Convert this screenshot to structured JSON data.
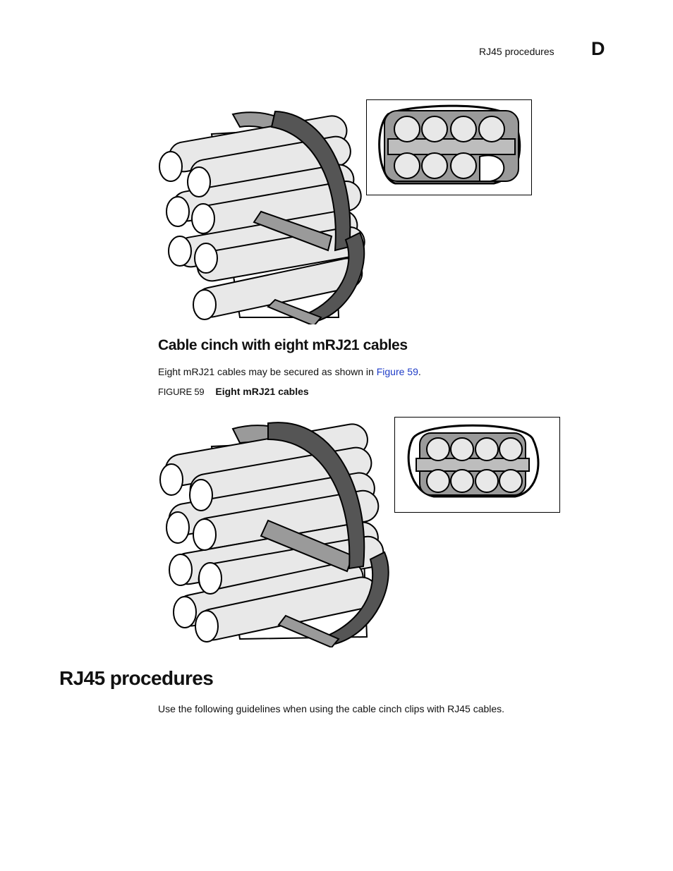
{
  "header": {
    "section": "RJ45 procedures",
    "appendix_letter": "D"
  },
  "subsection": {
    "title": "Cable cinch with eight mRJ21 cables",
    "intro_text": "Eight mRJ21 cables may be secured as shown in ",
    "intro_link": "Figure 59",
    "intro_end": "."
  },
  "figure": {
    "label": "FIGURE 59",
    "title": "Eight mRJ21 cables"
  },
  "section": {
    "title": "RJ45 procedures",
    "text": "Use the following guidelines when using the cable cinch clips with RJ45 cables."
  },
  "colors": {
    "link": "#1f3cc7",
    "strap_dark": "#555555",
    "strap_light": "#9a9a9a",
    "cable_fill": "#e8e8e8"
  }
}
